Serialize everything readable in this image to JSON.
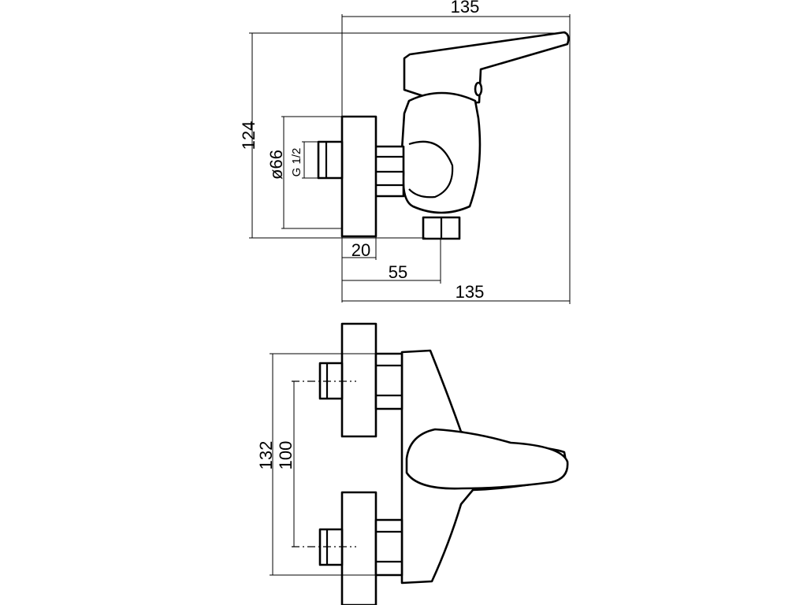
{
  "side_view": {
    "overall_width_top": "135",
    "overall_height": "124",
    "flange_diameter": "ø66",
    "thread": "G 1/2",
    "flange_thickness": "20",
    "outlet_distance": "55",
    "overall_width_bottom": "135"
  },
  "front_view": {
    "overall_height": "132",
    "inlet_spacing": "100"
  }
}
